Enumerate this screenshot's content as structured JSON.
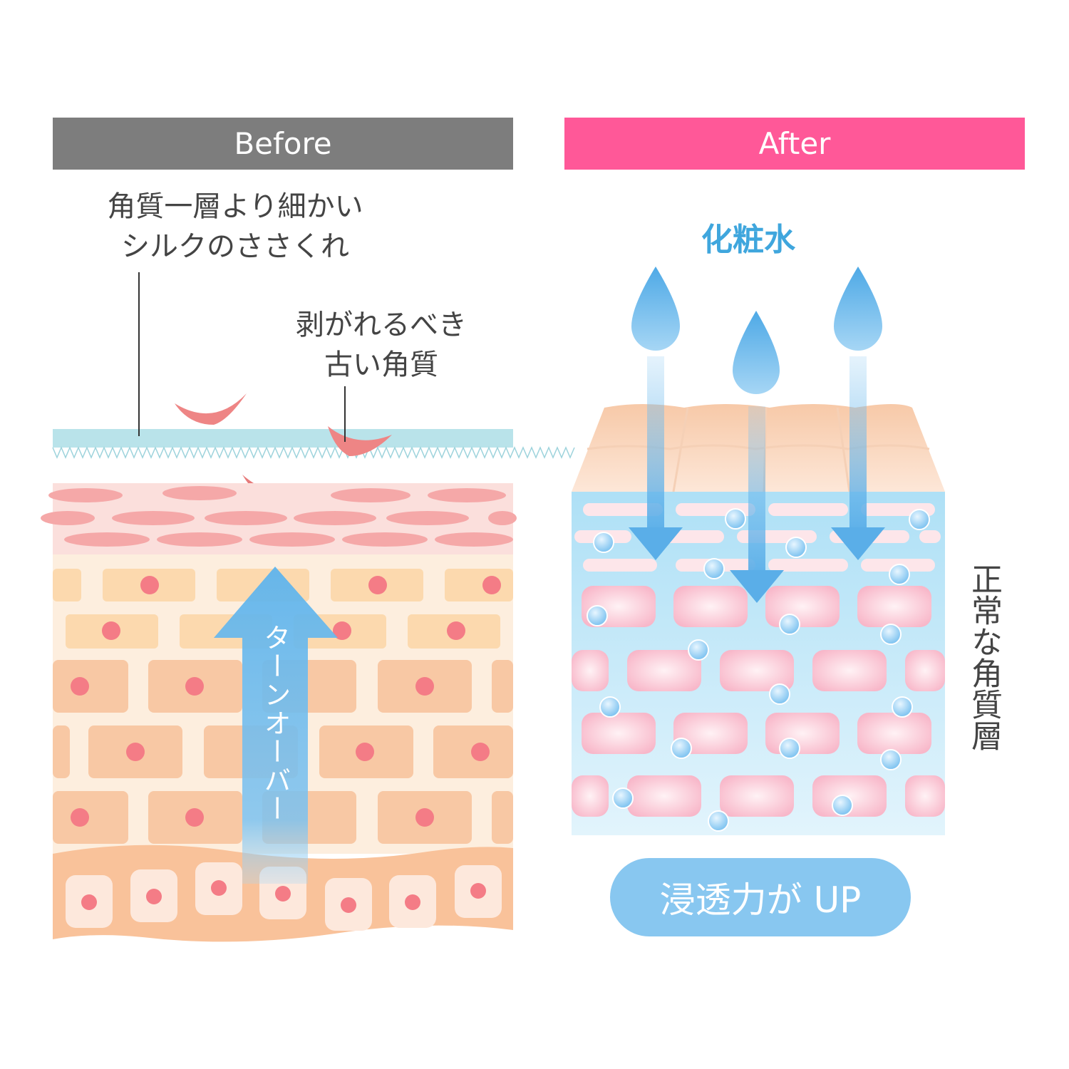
{
  "before": {
    "header": "Before",
    "note_silk": [
      "角質一層より細かい",
      "シルクのささくれ"
    ],
    "note_old": [
      "剥がれるべき",
      "古い角質"
    ],
    "turnover": "ターンオーバー"
  },
  "after": {
    "header": "After",
    "lotion": "化粧水",
    "side_label": "正常な角質層",
    "pill": "浸透力が UP"
  },
  "colors": {
    "before_header": "#7d7d7d",
    "after_header": "#ff5898",
    "accent_blue": "#3fa6dd"
  }
}
